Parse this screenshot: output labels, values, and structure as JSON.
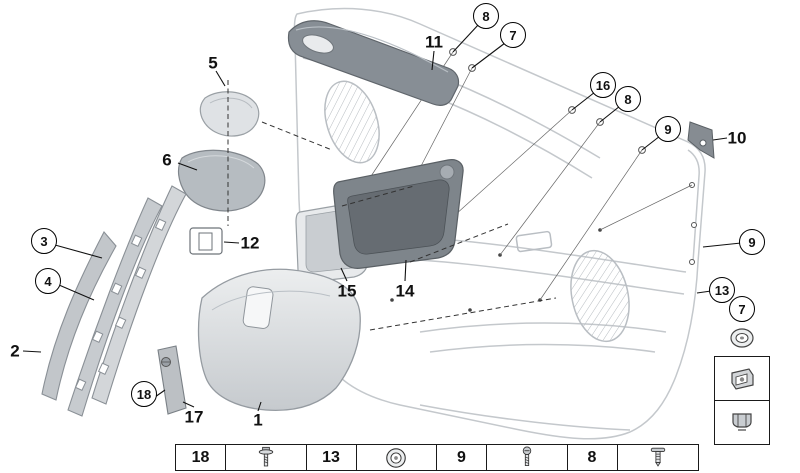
{
  "colors": {
    "ink": "#111111",
    "panel_line": "#c4c8cc",
    "part_light": "#dfe2e5",
    "part_mid": "#aeb4b9",
    "part_dark": "#7e858b"
  },
  "callouts": {
    "n1": "1",
    "n2": "2",
    "c3": "3",
    "c4": "4",
    "n5": "5",
    "n6": "6",
    "c7_top": "7",
    "c7_side": "7",
    "c8_top": "8",
    "c8_mid": "8",
    "c9_top": "9",
    "c9_right": "9",
    "n10": "10",
    "n11": "11",
    "n12": "12",
    "c13": "13",
    "n14": "14",
    "n15": "15",
    "c16": "16",
    "n17": "17",
    "c18": "18"
  },
  "legend": {
    "items": [
      {
        "number": "18",
        "icon": "hex-screw-icon"
      },
      {
        "number": "13",
        "icon": "grommet-icon"
      },
      {
        "number": "9",
        "icon": "screw-icon"
      },
      {
        "number": "8",
        "icon": "expansion-rivet-icon"
      }
    ]
  },
  "side_panel": {
    "label": "7",
    "icons": [
      "grommet-icon",
      "clip-nut-icon",
      "spring-clip-icon"
    ]
  }
}
